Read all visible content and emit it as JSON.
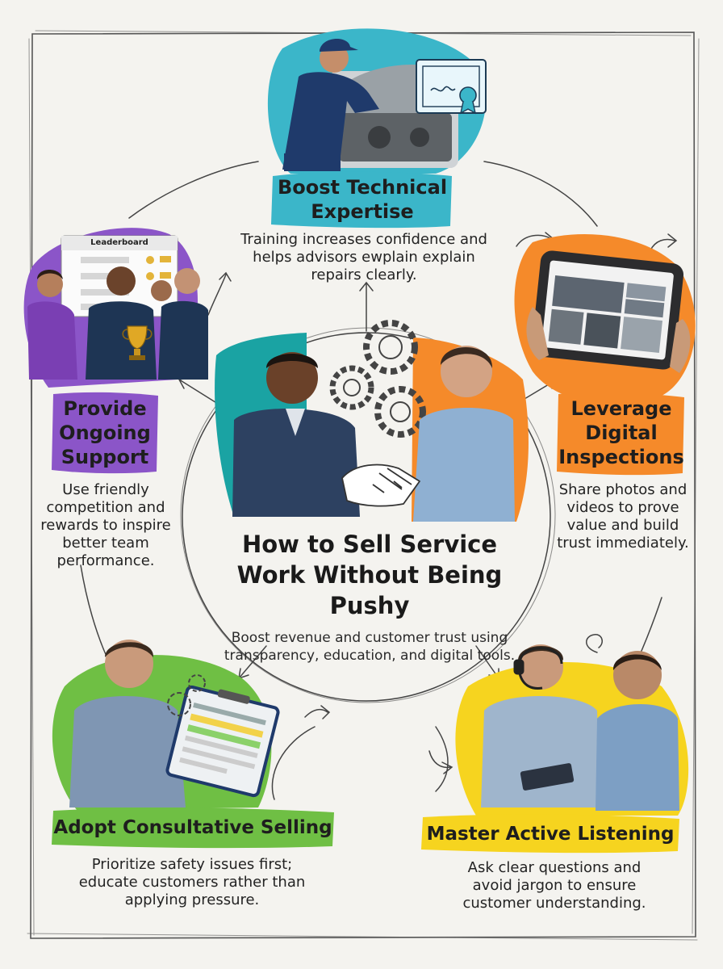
{
  "title": "How to Sell Service Work Without Being Pushy",
  "subtitle": "Boost revenue and customer trust using transparency, education, and digital tools.",
  "colors": {
    "background": "#f4f3ef",
    "teal": "#3bb6c9",
    "orange": "#f58a2a",
    "purple": "#8b55c8",
    "green": "#6fbf44",
    "yellow": "#f6d41f"
  },
  "steps": [
    {
      "title": "Boost Technical Expertise",
      "description": "Training increases confidence and helps advisors ewplain explain repairs clearly.",
      "icon": "certificate-icon",
      "color": "#3bb6c9"
    },
    {
      "title": "Leverage Digital Inspections",
      "description": "Share photos and videos to prove value and build trust immediately.",
      "icon": "tablet-icon",
      "color": "#f58a2a"
    },
    {
      "title": "Master Active Listening",
      "description": "Ask clear questions and avoid jargon to ensure customer understanding.",
      "icon": "headset-icon",
      "color": "#f6d41f"
    },
    {
      "title": "Adopt Consultative Selling",
      "description": "Prioritize safety issues first; educate customers rather than applying pressure.",
      "icon": "clipboard-icon",
      "color": "#6fbf44"
    },
    {
      "title": "Provide Ongoing Support",
      "description": "Use friendly competition and rewards to inspire better team performance.",
      "icon": "trophy-icon",
      "color": "#8b55c8"
    }
  ],
  "leaderboard": {
    "heading": "Leaderboard"
  }
}
